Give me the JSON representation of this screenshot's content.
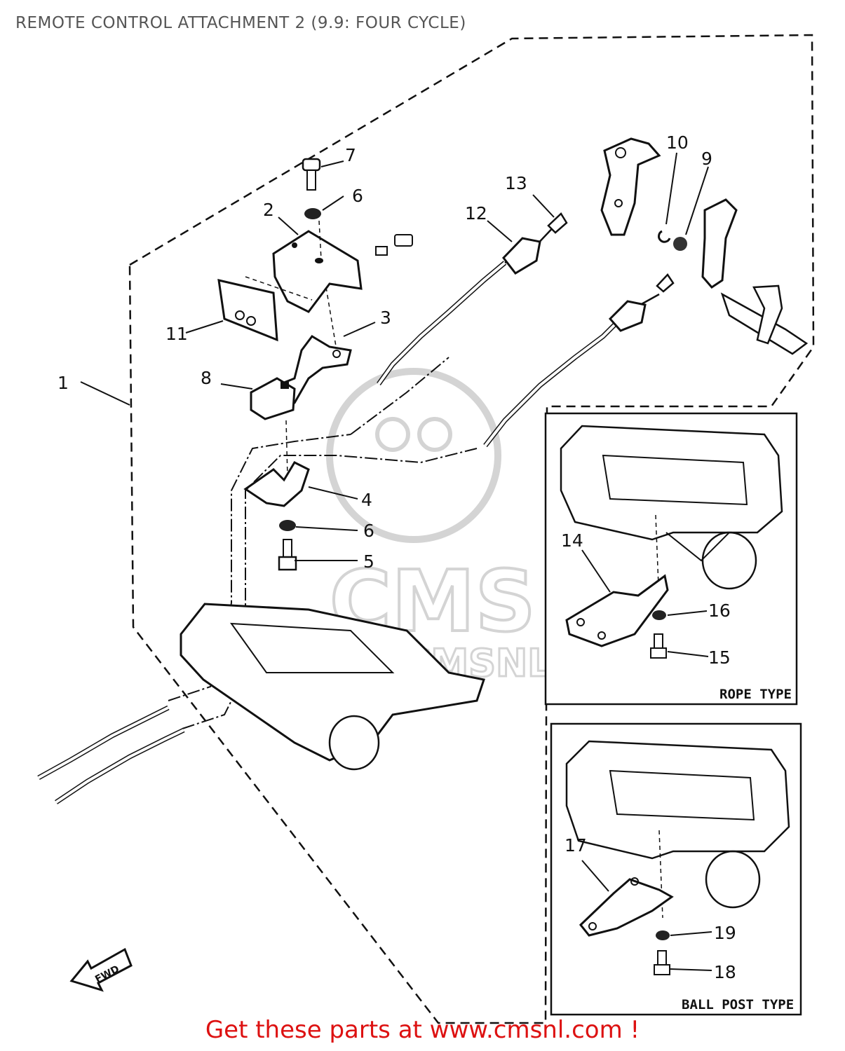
{
  "title": "REMOTE CONTROL ATTACHMENT 2 (9.9: FOUR CYCLE)",
  "footer": {
    "cta": "Get these parts at www.cmsnl.com !"
  },
  "watermark": {
    "brand": "CMS",
    "url": "WWW.CMSNL.COM",
    "color": "#d4d4d4"
  },
  "fwd_label": "FWD",
  "insets": {
    "rope_label": "ROPE TYPE",
    "ball_label": "BALL POST TYPE"
  },
  "callouts": {
    "p1": "1",
    "p2": "2",
    "p3": "3",
    "p4": "4",
    "p5": "5",
    "p6a": "6",
    "p6b": "6",
    "p7": "7",
    "p8": "8",
    "p9": "9",
    "p10": "10",
    "p11": "11",
    "p12": "12",
    "p13": "13",
    "p14": "14",
    "p15": "15",
    "p16": "16",
    "p17": "17",
    "p18": "18",
    "p19": "19"
  },
  "colors": {
    "title": "#555555",
    "cta": "#dd1111",
    "line": "#111111"
  }
}
